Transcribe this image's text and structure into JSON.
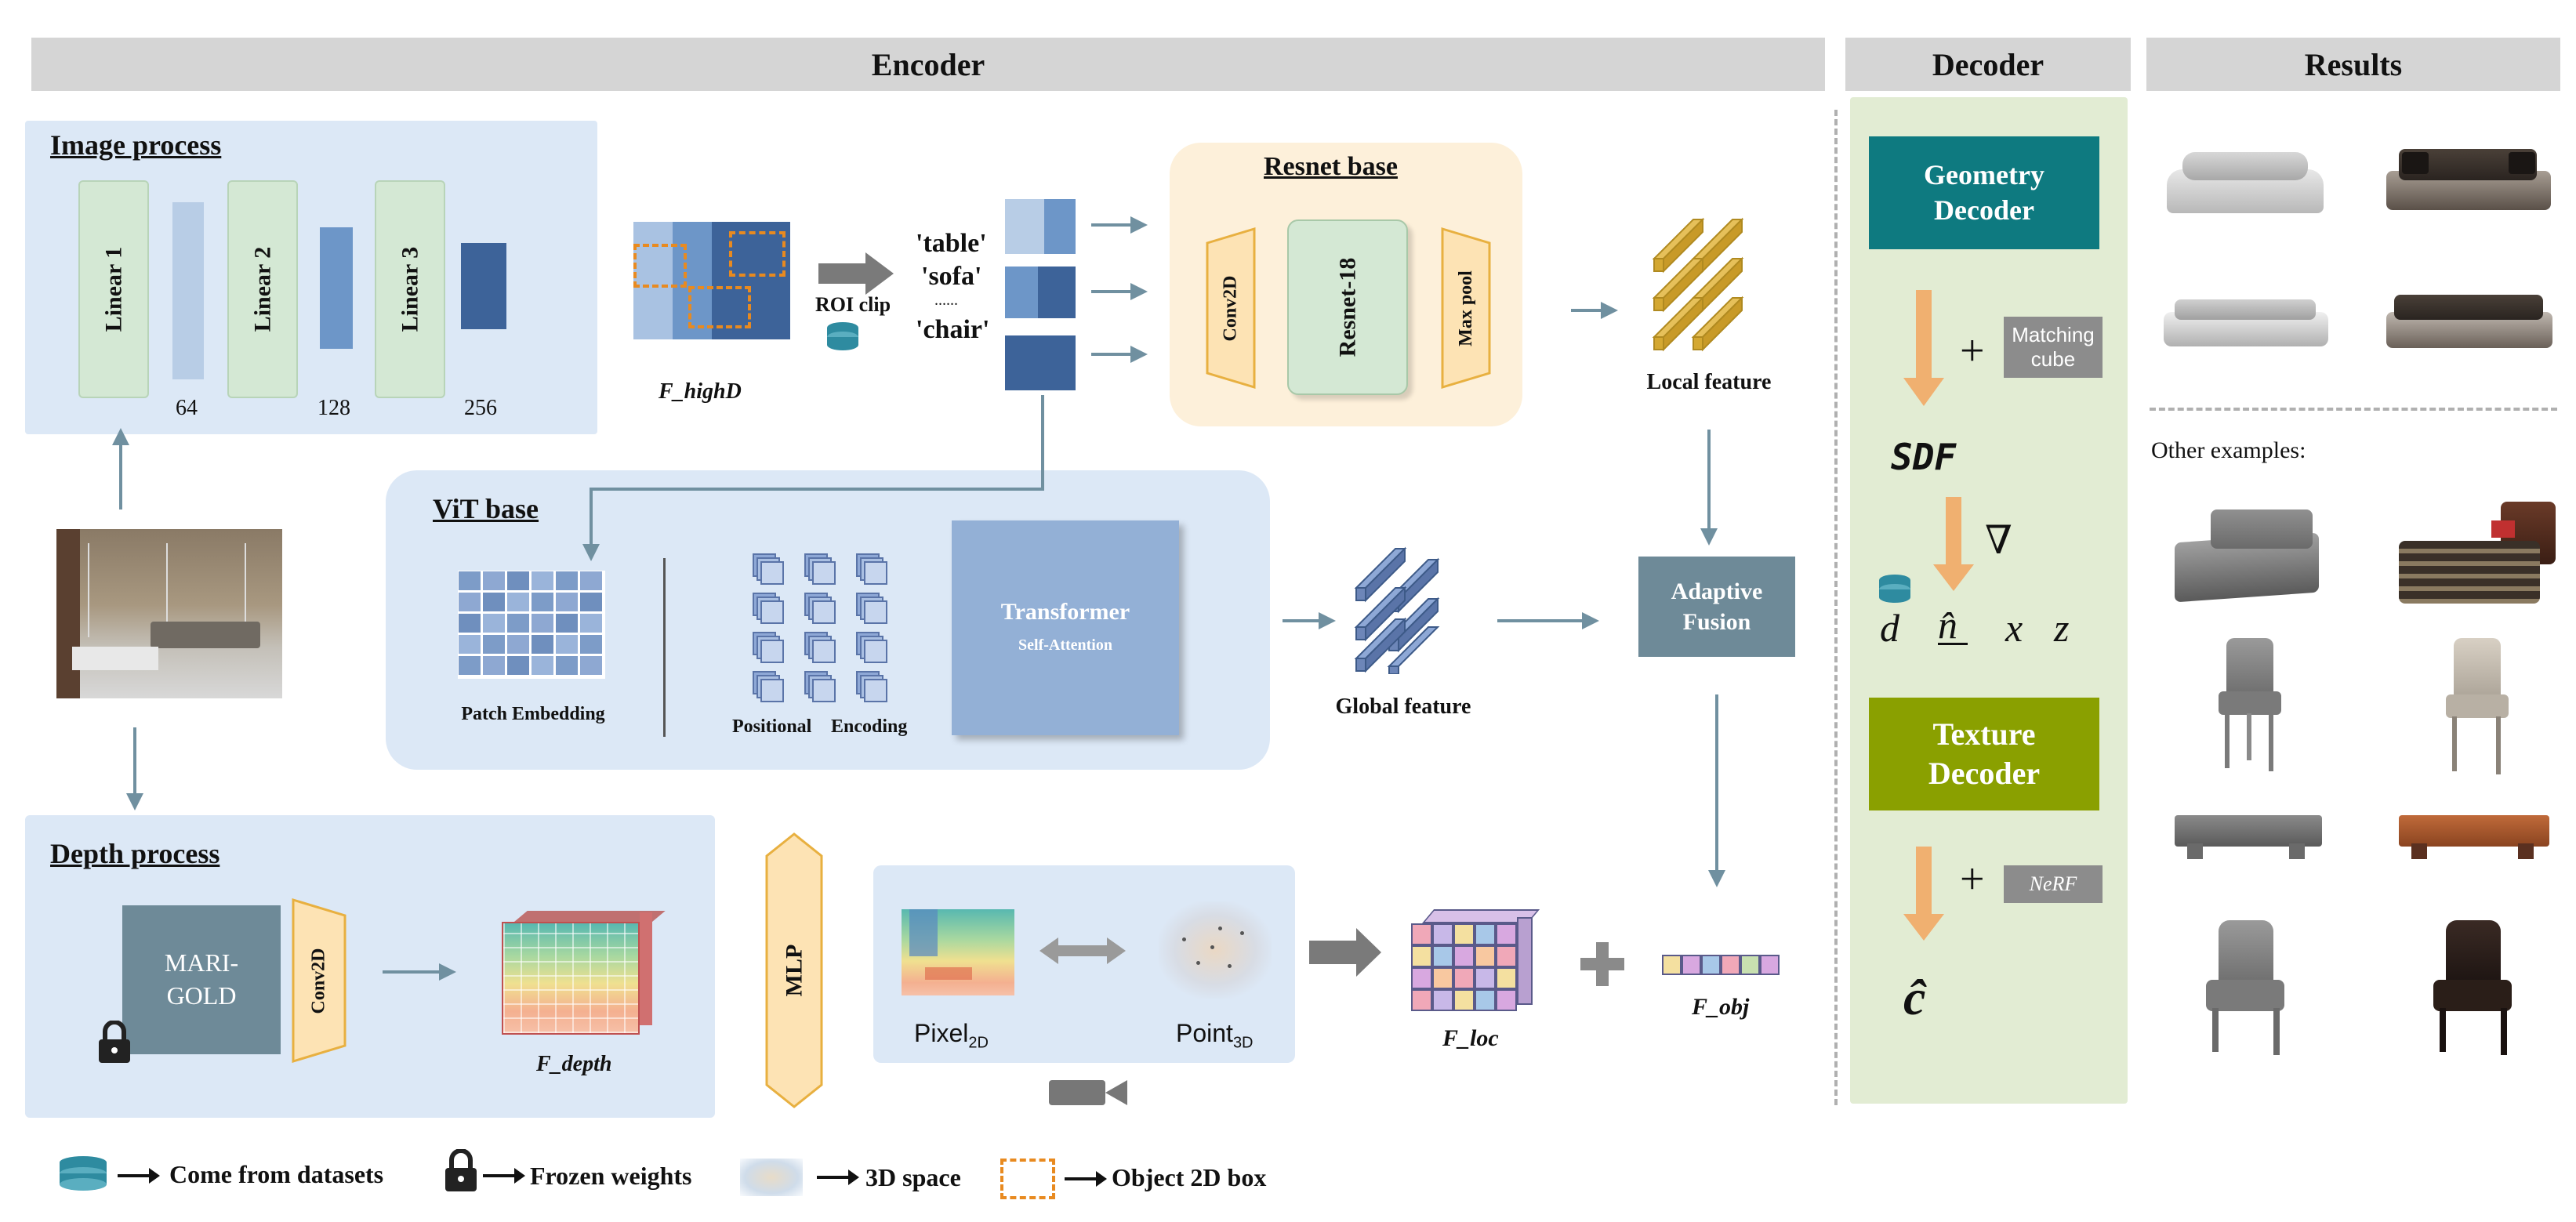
{
  "headers": {
    "encoder": "Encoder",
    "decoder": "Decoder",
    "results": "Results"
  },
  "image_process": {
    "title": "Image process",
    "linears": [
      "Linear 1",
      "Linear 2",
      "Linear 3"
    ],
    "dims": [
      "64",
      "128",
      "256"
    ]
  },
  "feature": {
    "highd_label": "F_highD",
    "roi_clip": "ROI clip",
    "classes": [
      "'table'",
      "'sofa'",
      "......",
      "'chair'"
    ]
  },
  "resnet": {
    "title": "Resnet base",
    "conv": "Conv2D",
    "resnet": "Resnet-18",
    "maxpool": "Max pool"
  },
  "local_feature": "Local feature",
  "vit": {
    "title": "ViT base",
    "patch": "Patch\nEmbedding",
    "positional": "Positional",
    "encoding": "Encoding",
    "transformer": "Transformer",
    "self_attention": "Self-Attention"
  },
  "global_feature": "Global feature",
  "adaptive_fusion": "Adaptive\nFusion",
  "depth_process": {
    "title": "Depth process",
    "marigold": "MARI-\nGOLD",
    "conv": "Conv2D",
    "depth_label": "F_depth"
  },
  "mlp": "MLP",
  "pixel_label": "Pixel",
  "pixel_sub": "2D",
  "point_label": "Point",
  "point_sub": "3D",
  "floc_label": "F_loc",
  "fobj_label": "F_obj",
  "decoder": {
    "geometry": "Geometry\nDecoder",
    "matching": "Matching\ncube",
    "sdf": "SDF",
    "nabla": "∇",
    "symbols": [
      "d",
      "n̂",
      "x",
      "z"
    ],
    "texture": "Texture\nDecoder",
    "nerf": "NeRF",
    "c_hat": "ĉ",
    "plus": "+"
  },
  "results": {
    "other_examples": "Other examples:"
  },
  "legend": {
    "datasets": "Come from datasets",
    "frozen": "Frozen weights",
    "space3d": "3D space",
    "box2d": "Object 2D box"
  },
  "colors": {
    "header_gray": "#d5d5d5",
    "panel_blue": "#dce8f6",
    "resnet_cream": "#fdf0da",
    "decoder_green": "#e2ecd3",
    "geometry_teal": "#0e7a80",
    "texture_olive": "#8aa000",
    "fusion_slate": "#6e8a98",
    "arrow_slate": "#7090a0",
    "orange_arrow": "#f0b070"
  }
}
